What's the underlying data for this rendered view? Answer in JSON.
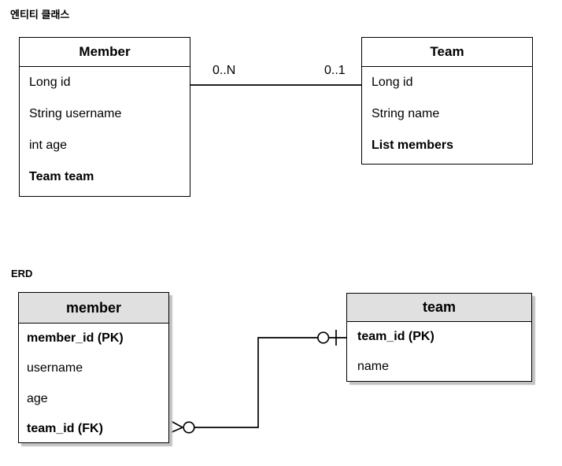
{
  "class_section": {
    "label": "엔티티 클래스",
    "member_class": {
      "title": "Member",
      "fields": [
        "Long id",
        "String username",
        "int age",
        "Team team"
      ]
    },
    "team_class": {
      "title": "Team",
      "fields": [
        "Long id",
        "String name",
        "List members"
      ]
    },
    "relation": {
      "left_multiplicity": "0..N",
      "right_multiplicity": "0..1"
    }
  },
  "erd_section": {
    "label": "ERD",
    "member_table": {
      "title": "member",
      "columns": [
        "member_id (PK)",
        "username",
        "age",
        "team_id (FK)"
      ]
    },
    "team_table": {
      "title": "team",
      "columns": [
        "team_id (PK)",
        "name"
      ]
    },
    "relation": {
      "member_end_icon": "crow-foot-zero-or-many-icon",
      "team_end_icon": "zero-or-one-icon"
    }
  },
  "colors": {
    "background": "#ffffff",
    "line": "#000000",
    "erd_header_bg": "#e0e0e0",
    "erd_shadow": "#c2c2c2"
  }
}
